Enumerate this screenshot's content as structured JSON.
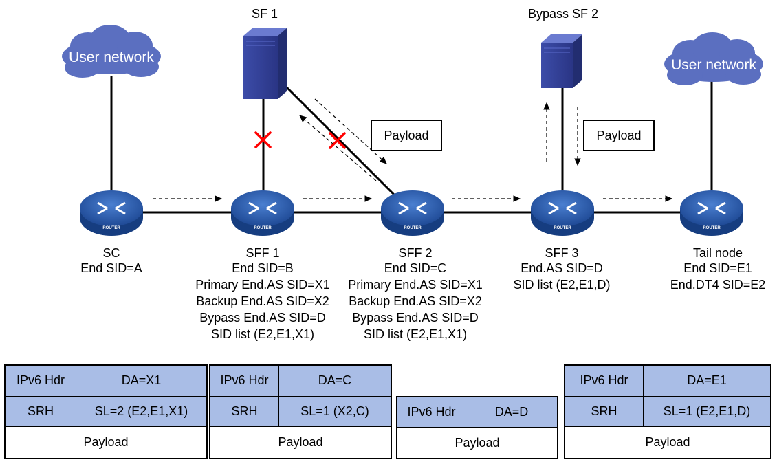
{
  "clouds": [
    {
      "label": "User network"
    },
    {
      "label": "User network"
    }
  ],
  "service_functions": [
    {
      "label": "SF 1"
    },
    {
      "label": "Bypass SF 2"
    }
  ],
  "router_badge": "ROUTER",
  "payload_tags": [
    "Payload",
    "Payload"
  ],
  "nodes": [
    {
      "name": "SC",
      "lines": [
        "End SID=A"
      ]
    },
    {
      "name": "SFF 1",
      "lines": [
        "End SID=B",
        "Primary End.AS SID=X1",
        "Backup End.AS SID=X2",
        "Bypass End.AS SID=D",
        "SID list (E2,E1,X1)"
      ]
    },
    {
      "name": "SFF 2",
      "lines": [
        "End SID=C",
        "Primary End.AS SID=X1",
        "Backup End.AS SID=X2",
        "Bypass End.AS SID=D",
        "SID list (E2,E1,X1)"
      ]
    },
    {
      "name": "SFF 3",
      "lines": [
        "End.AS SID=D",
        "SID list (E2,E1,D)"
      ]
    },
    {
      "name": "Tail node",
      "lines": [
        "End SID=E1",
        "End.DT4 SID=E2"
      ]
    }
  ],
  "packets": [
    {
      "row1": [
        "IPv6 Hdr",
        "DA=X1"
      ],
      "row2": [
        "SRH",
        "SL=2 (E2,E1,X1)"
      ],
      "payload": "Payload"
    },
    {
      "row1": [
        "IPv6 Hdr",
        "DA=C"
      ],
      "row2": [
        "SRH",
        "SL=1 (X2,C)"
      ],
      "payload": "Payload"
    },
    {
      "row1": [
        "IPv6 Hdr",
        "DA=D"
      ],
      "payload": "Payload"
    },
    {
      "row1": [
        "IPv6 Hdr",
        "DA=E1"
      ],
      "row2": [
        "SRH",
        "SL=1 (E2,E1,D)"
      ],
      "payload": "Payload"
    }
  ],
  "colors": {
    "cloud": "#5b6fc0",
    "router": "#2e5aa8",
    "server": "#3a4aa0",
    "packet_header": "#a9bde6",
    "failure_mark": "#ff0000"
  }
}
